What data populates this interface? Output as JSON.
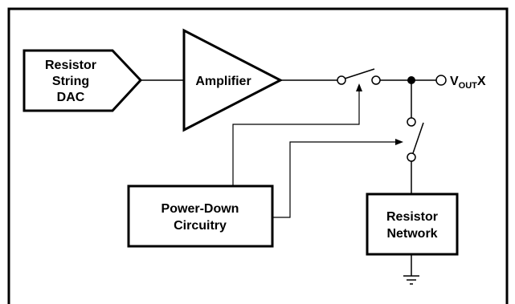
{
  "blocks": {
    "dac": {
      "line1": "Resistor",
      "line2": "String",
      "line3": "DAC"
    },
    "amplifier": {
      "label": "Amplifier"
    },
    "power_down": {
      "line1": "Power-Down",
      "line2": "Circuitry"
    },
    "resistor_network": {
      "line1": "Resistor",
      "line2": "Network"
    }
  },
  "output": {
    "prefix": "V",
    "subscript": "OUT",
    "suffix": "X"
  },
  "colors": {
    "line": "#000000",
    "background": "#ffffff"
  }
}
